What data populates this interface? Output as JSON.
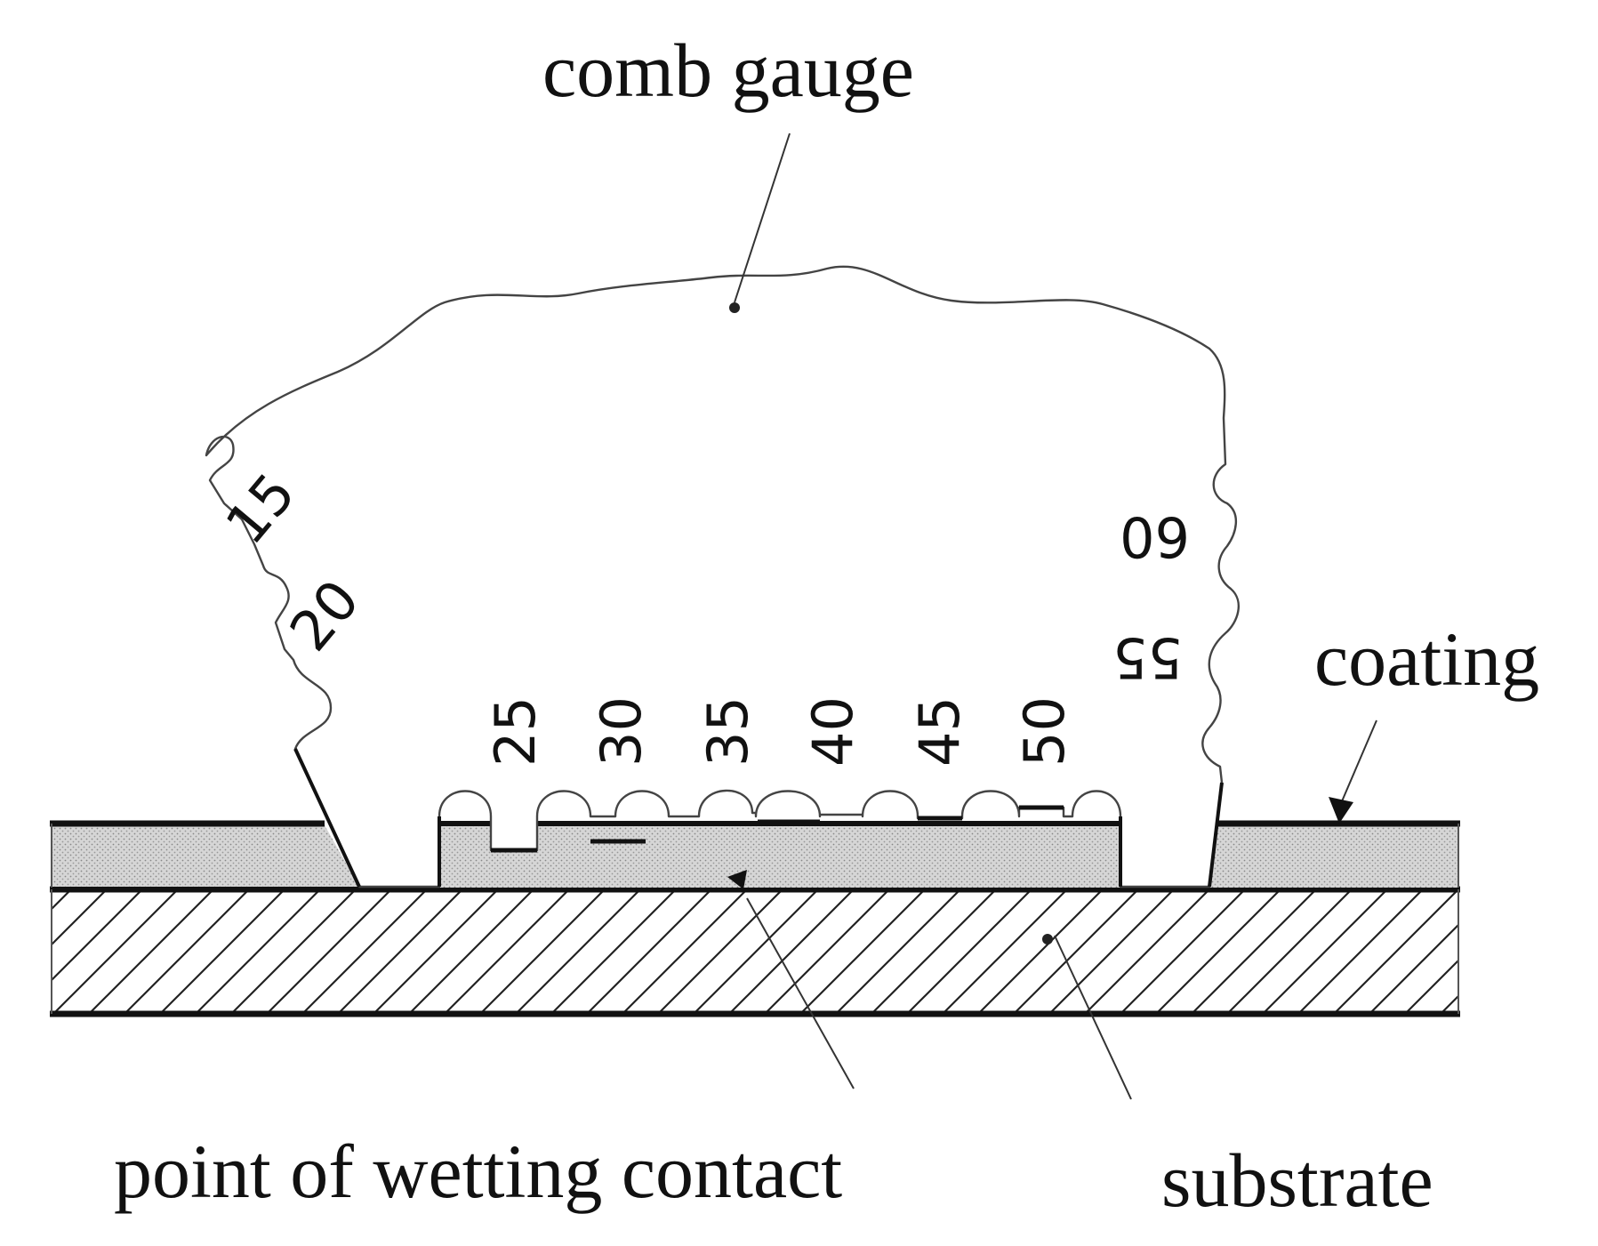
{
  "labels": {
    "comb_gauge": "comb gauge",
    "coating": "coating",
    "wetting_contact": "point of wetting contact",
    "substrate": "substrate"
  },
  "scale": {
    "left": [
      "15",
      "20"
    ],
    "bottom": [
      "25",
      "30",
      "35",
      "40",
      "45",
      "50"
    ],
    "right": [
      "55",
      "60"
    ]
  },
  "colors": {
    "ink": "#111111",
    "coating_fill": "#d2d2d2",
    "background": "#ffffff"
  }
}
